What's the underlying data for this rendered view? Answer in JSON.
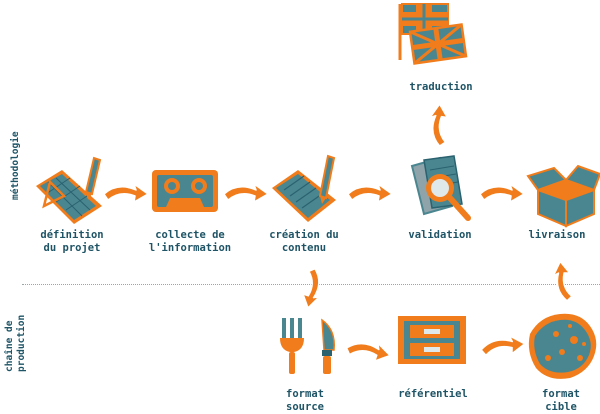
{
  "colors": {
    "primary": "#f07c1b",
    "secondary": "#4a8690",
    "text": "#1e5466"
  },
  "axis_labels": {
    "methodologie": "méthodologie",
    "chaine_line1": "chaîne de",
    "chaine_line2": "production"
  },
  "steps": {
    "definition": {
      "line1": "définition",
      "line2": "du projet"
    },
    "collecte": {
      "line1": "collecte de",
      "line2": "l'information"
    },
    "creation": {
      "line1": "création du",
      "line2": "contenu"
    },
    "validation": {
      "line1": "validation"
    },
    "livraison": {
      "line1": "livraison"
    },
    "traduction": {
      "line1": "traduction"
    },
    "format_source": {
      "line1": "format",
      "line2": "source"
    },
    "referentiel": {
      "line1": "référentiel"
    },
    "format_cible": {
      "line1": "format",
      "line2": "cible"
    }
  }
}
